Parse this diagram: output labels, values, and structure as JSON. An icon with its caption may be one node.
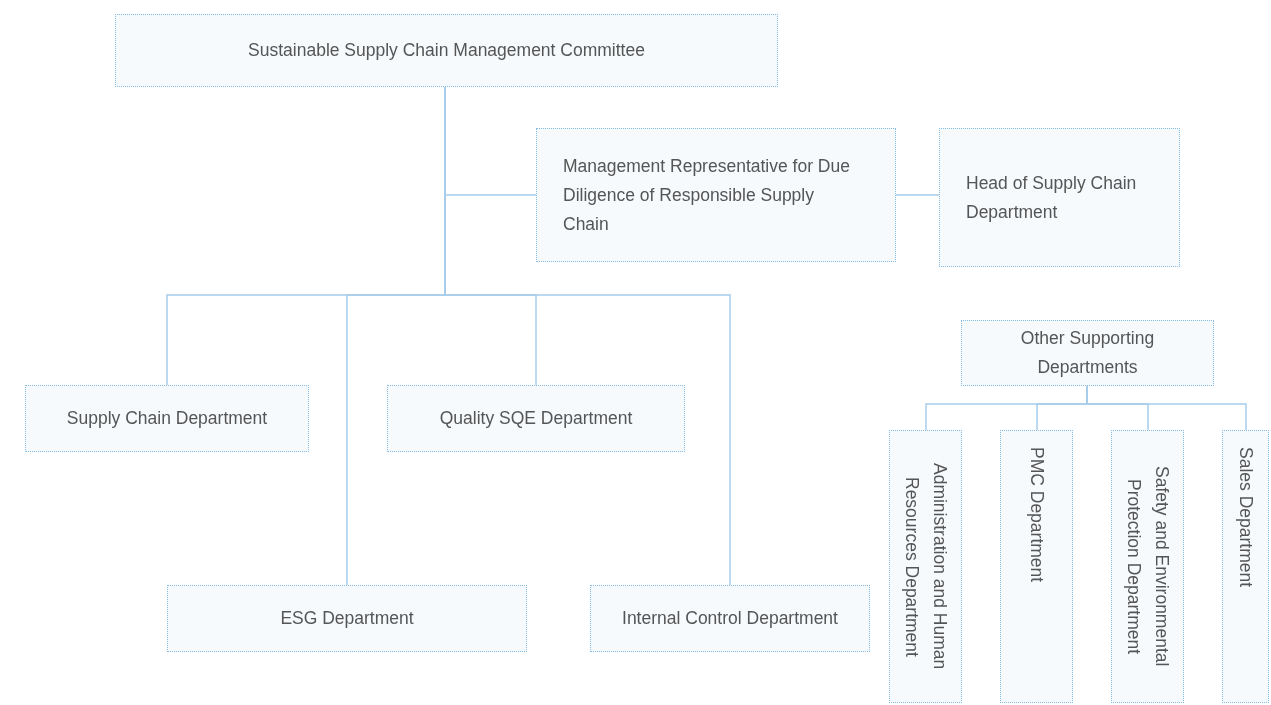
{
  "diagram": {
    "nodes": [
      {
        "text": [
          "Sustainable Supply Chain Management Committee"
        ]
      },
      {
        "text": [
          "Management Representative for Due Diligence of Responsible Supply Chain"
        ]
      },
      {
        "text": [
          "Head of Supply Chain Department"
        ]
      },
      {
        "text": [
          "Supply Chain Department"
        ]
      },
      {
        "text": [
          "Quality SQE Department"
        ]
      },
      {
        "text": [
          "ESG Department"
        ]
      },
      {
        "text": [
          "Internal Control Department"
        ]
      },
      {
        "text": [
          "Other Supporting Departments"
        ]
      },
      {
        "text": [
          "Administration and Human Resources Department"
        ]
      },
      {
        "text": [
          "PMC Department"
        ]
      },
      {
        "text": [
          "Safety and Environmental Protection Department"
        ]
      },
      {
        "text": [
          "Sales Department"
        ]
      }
    ],
    "edges": [
      {
        "from": 0,
        "to": 1,
        "arrow": "none"
      },
      {
        "from": 1,
        "to": 2,
        "arrow": "none"
      },
      {
        "from": 0,
        "to": 3,
        "arrow": "none"
      },
      {
        "from": 0,
        "to": 5,
        "arrow": "none"
      },
      {
        "from": 0,
        "to": 4,
        "arrow": "none"
      },
      {
        "from": 0,
        "to": 6,
        "arrow": "none"
      },
      {
        "from": 7,
        "to": 8,
        "arrow": "none"
      },
      {
        "from": 7,
        "to": 9,
        "arrow": "none"
      },
      {
        "from": 7,
        "to": 10,
        "arrow": "none"
      },
      {
        "from": 7,
        "to": 11,
        "arrow": "none"
      }
    ]
  }
}
